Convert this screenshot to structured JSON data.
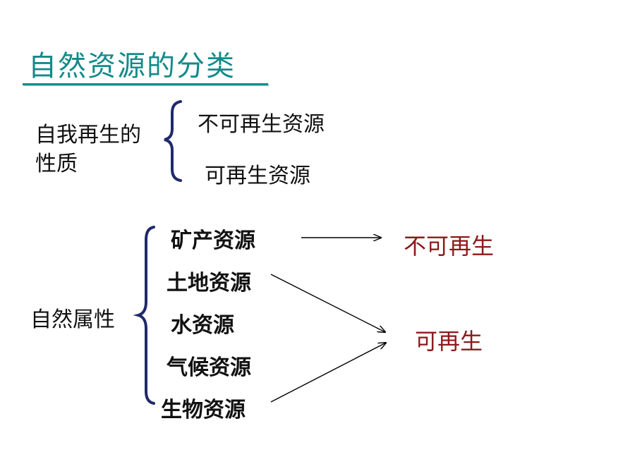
{
  "title": "自然资源的分类",
  "group1": {
    "label_line1": "自我再生的",
    "label_line2": "性质",
    "items": [
      "不可再生资源",
      "可再生资源"
    ]
  },
  "group2": {
    "label": "自然属性",
    "items": [
      "矿产资源",
      "土地资源",
      "水资源",
      "气候资源",
      "生物资源"
    ]
  },
  "results": {
    "nonrenewable": "不可再生",
    "renewable": "可再生"
  },
  "colors": {
    "title": "#148a8a",
    "brace": "#1f2a6b",
    "result": "#8b1a1a"
  }
}
